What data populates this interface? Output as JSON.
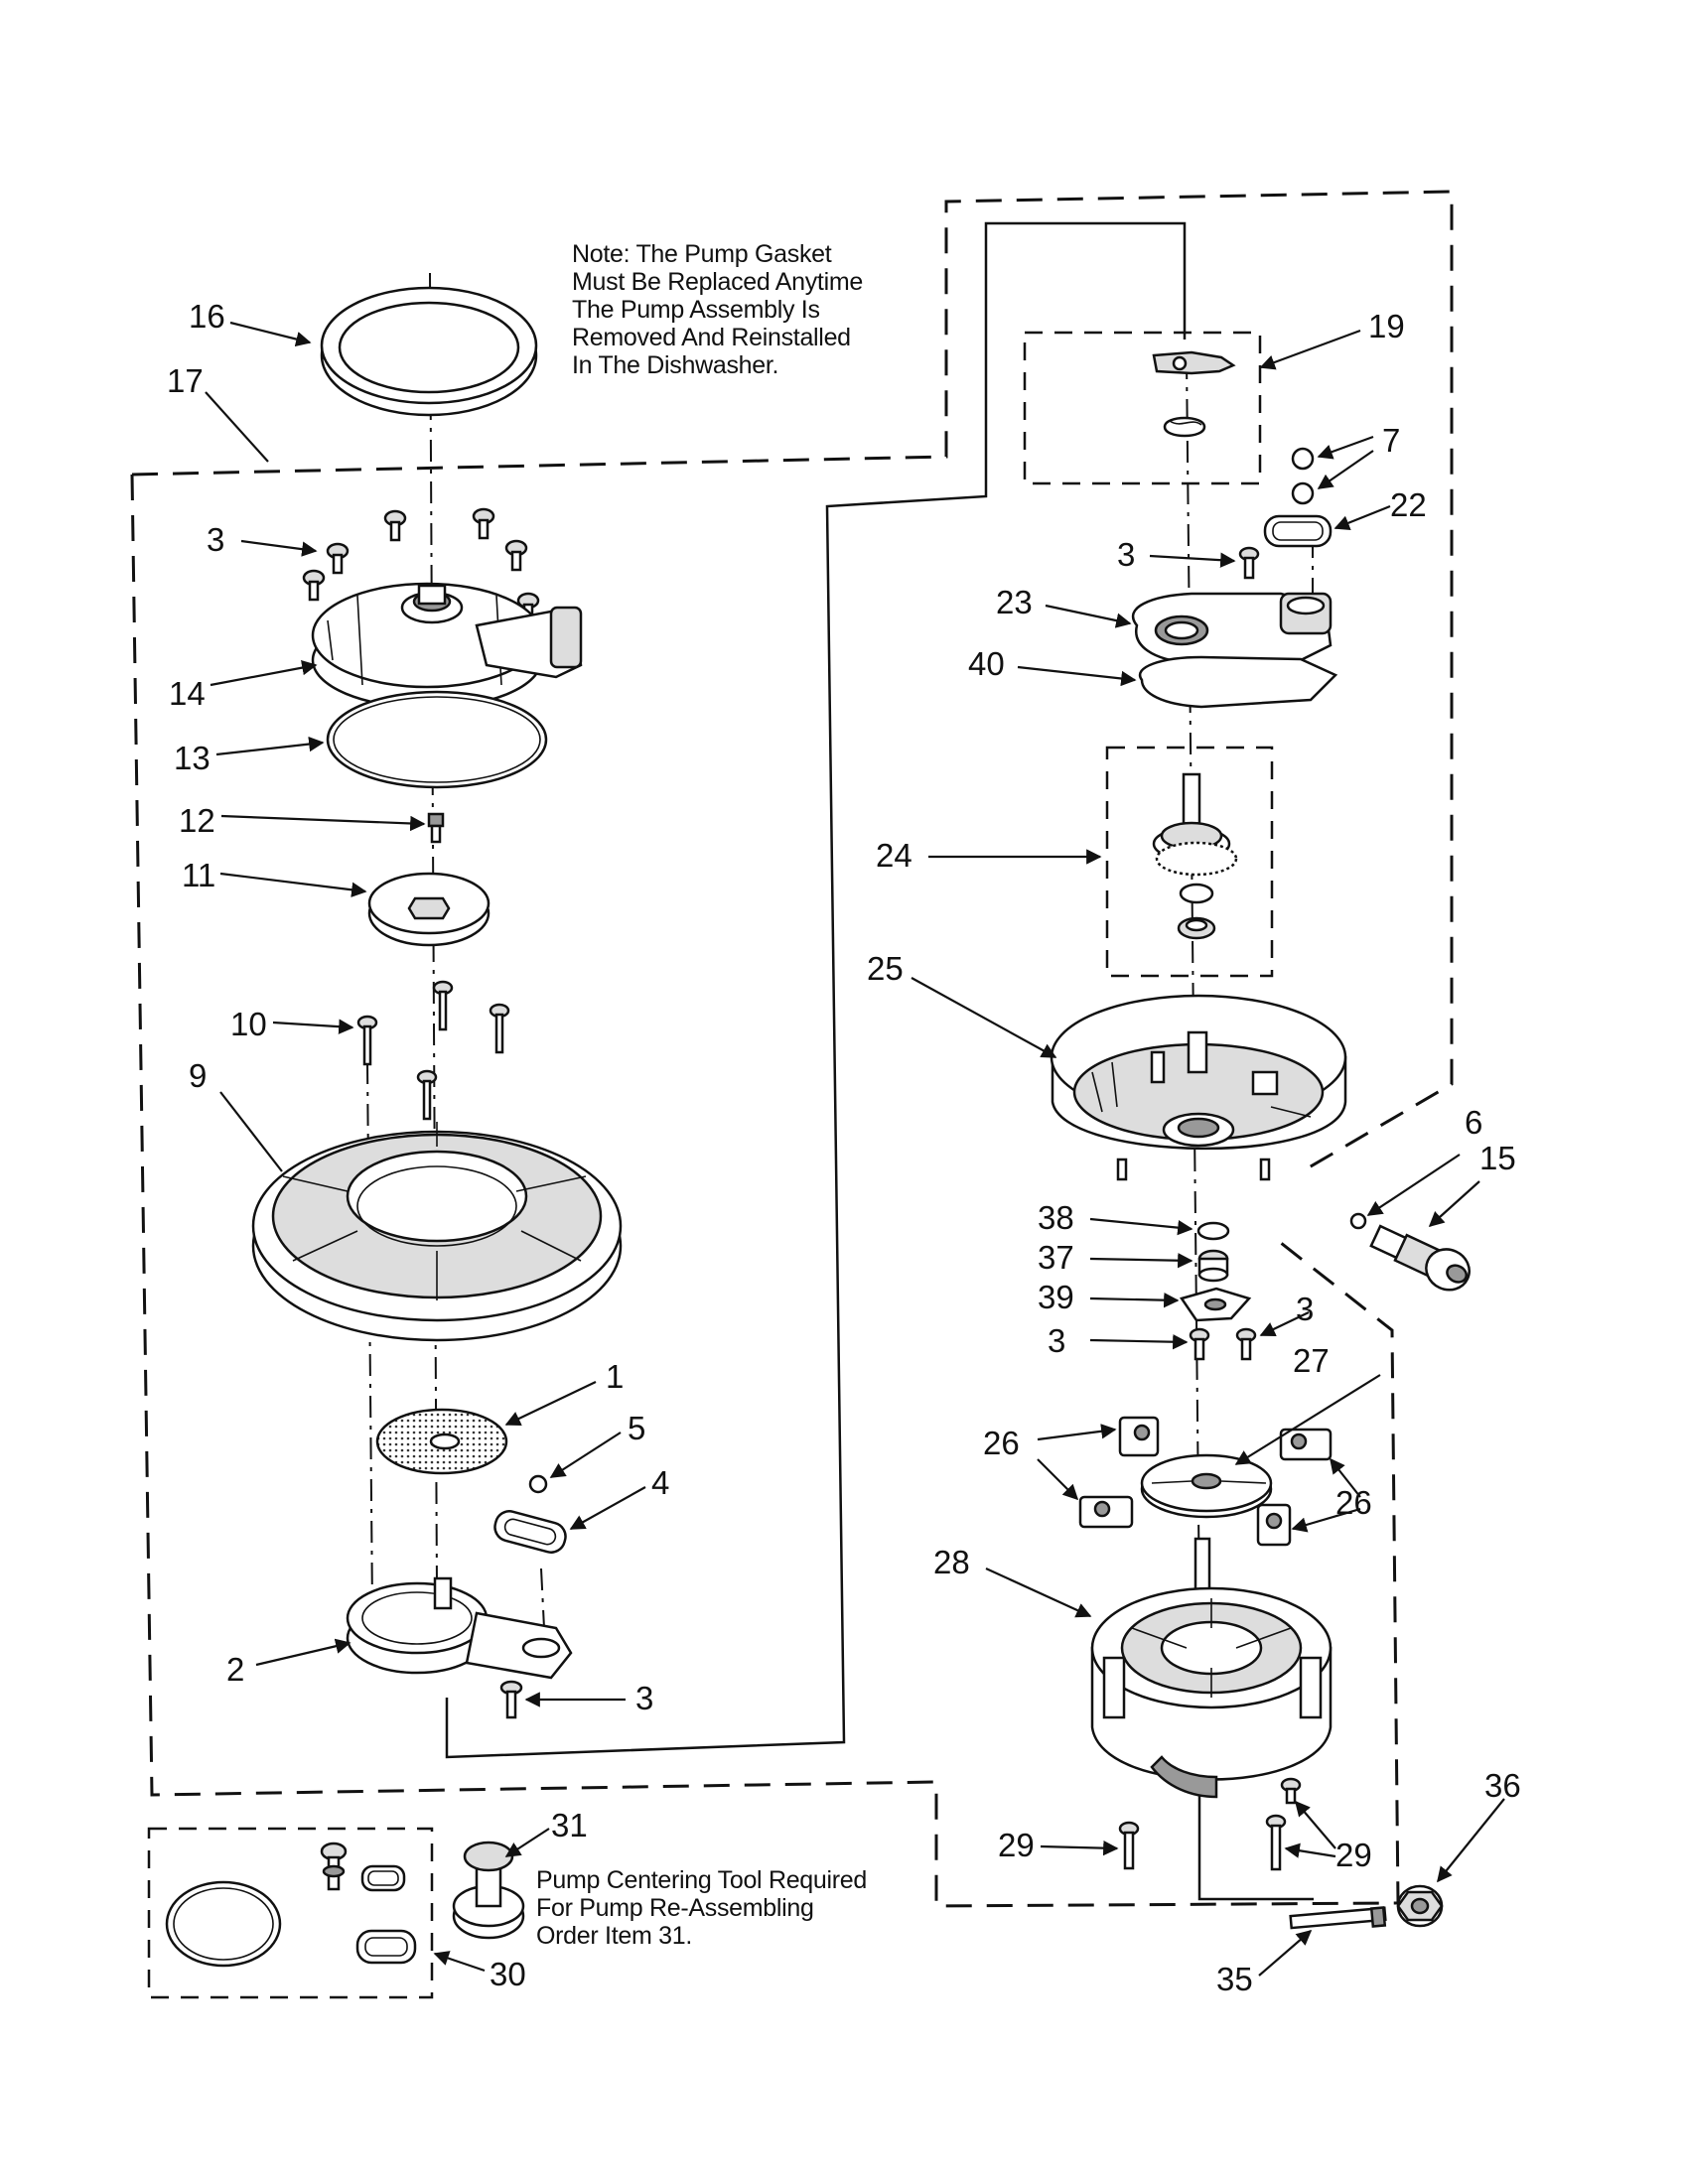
{
  "notes": {
    "gasket_note": [
      "Note: The Pump Gasket",
      "Must Be Replaced Anytime",
      "The Pump Assembly Is",
      "Removed And Reinstalled",
      "In The Dishwasher."
    ],
    "tool_note": [
      "Pump Centering Tool Required",
      "For Pump Re-Assembling",
      "Order Item 31."
    ]
  },
  "callouts": {
    "c16": "16",
    "c17": "17",
    "c3a": "3",
    "c14": "14",
    "c13": "13",
    "c12": "12",
    "c11": "11",
    "c10": "10",
    "c9": "9",
    "c1": "1",
    "c5": "5",
    "c4": "4",
    "c2": "2",
    "c3b": "3",
    "c31": "31",
    "c30": "30",
    "c19": "19",
    "c7": "7",
    "c22": "22",
    "c3c": "3",
    "c23": "23",
    "c40": "40",
    "c24": "24",
    "c25": "25",
    "c6": "6",
    "c15": "15",
    "c38": "38",
    "c37": "37",
    "c39": "39",
    "c3d": "3",
    "c3e": "3",
    "c27": "27",
    "c26a": "26",
    "c26b": "26",
    "c28": "28",
    "c29a": "29",
    "c29b": "29",
    "c36": "36",
    "c35": "35"
  },
  "colors": {
    "ink": "#111111",
    "paper": "#ffffff",
    "shade": "#999999"
  }
}
